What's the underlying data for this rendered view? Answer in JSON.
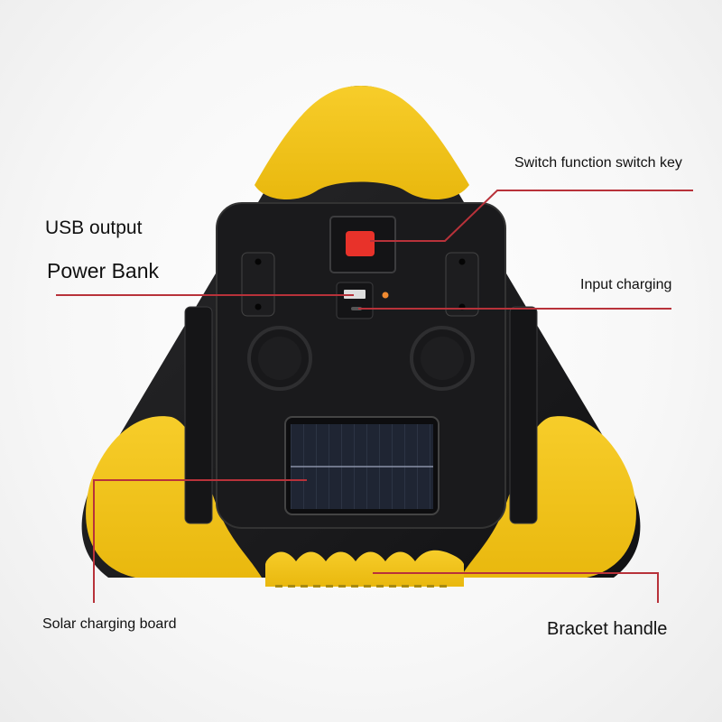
{
  "product": {
    "description": "Yellow and black triangular solar warning light with power bank",
    "colors": {
      "body_yellow": "#f5c518",
      "body_black": "#1c1c1e",
      "button_red": "#e8322a",
      "callout_line": "#b8323a",
      "led_orange": "#f08a30"
    }
  },
  "callouts": {
    "usb_output": "USB output",
    "power_bank": "Power Bank",
    "switch_key": "Switch function switch key",
    "input_charging": "Input charging",
    "solar_board": "Solar charging board",
    "bracket_handle": "Bracket handle"
  }
}
